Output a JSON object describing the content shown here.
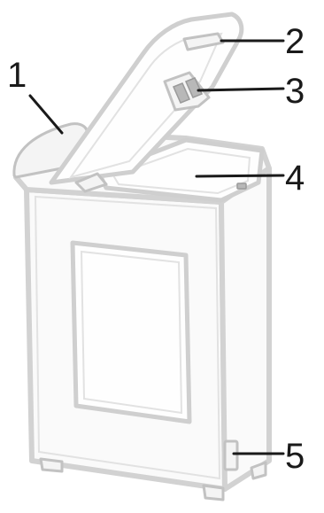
{
  "callouts": [
    {
      "id": "1",
      "label": "1"
    },
    {
      "id": "2",
      "label": "2"
    },
    {
      "id": "3",
      "label": "3"
    },
    {
      "id": "4",
      "label": "4"
    },
    {
      "id": "5",
      "label": "5"
    }
  ],
  "colors": {
    "line": "#1a1a1a",
    "outline": "#d2d2d2",
    "fill": "#fafafa"
  }
}
